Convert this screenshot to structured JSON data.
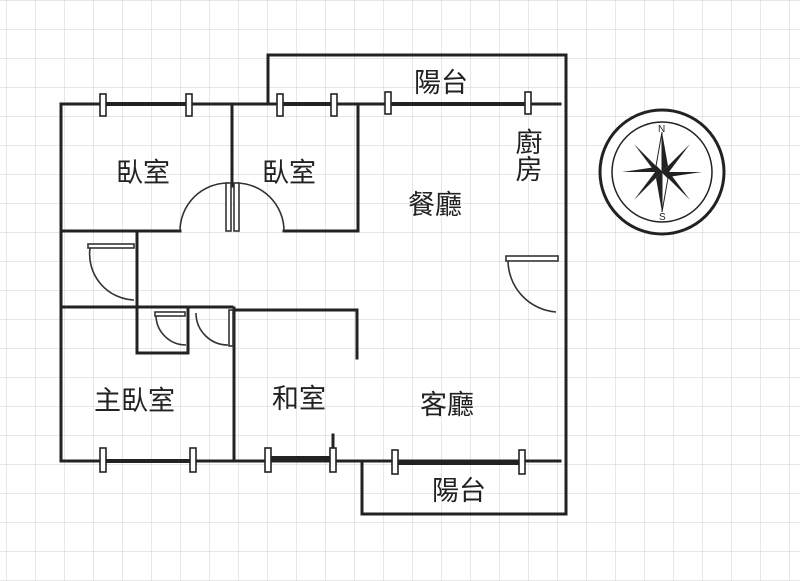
{
  "floorplan": {
    "rooms": {
      "bedroom_left": "臥室",
      "bedroom_middle": "臥室",
      "dining": "餐廳",
      "kitchen": "廚房",
      "balcony_top": "陽台",
      "master_bedroom": "主臥室",
      "japanese_room": "和室",
      "living": "客廳",
      "balcony_bottom": "陽台"
    },
    "compass": {
      "north": "N",
      "south": "S"
    },
    "colors": {
      "grid": "#cfcfcf",
      "wall": "#222222",
      "background": "#ffffff"
    }
  }
}
